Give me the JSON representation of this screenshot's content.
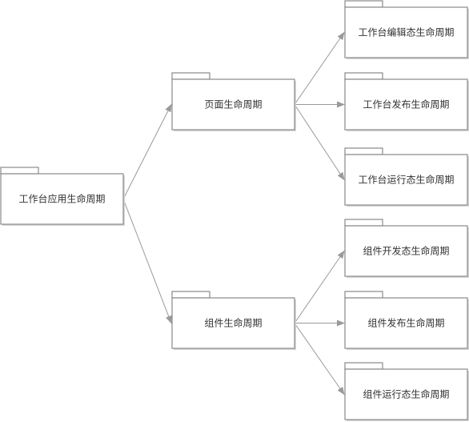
{
  "nodes": [
    {
      "id": "app",
      "label": "工作台应用生命周期"
    },
    {
      "id": "page",
      "label": "页面生命周期"
    },
    {
      "id": "component",
      "label": "组件生命周期"
    },
    {
      "id": "page_edit",
      "label": "工作台编辑态生命周期"
    },
    {
      "id": "page_publish",
      "label": "工作台发布生命周期"
    },
    {
      "id": "page_run",
      "label": "工作台运行态生命周期"
    },
    {
      "id": "comp_dev",
      "label": "组件开发态生命周期"
    },
    {
      "id": "comp_publish",
      "label": "组件发布生命周期"
    },
    {
      "id": "comp_run",
      "label": "组件运行态生命周期"
    }
  ],
  "edges": [
    {
      "from": "app",
      "to": "page"
    },
    {
      "from": "app",
      "to": "component"
    },
    {
      "from": "page",
      "to": "page_edit"
    },
    {
      "from": "page",
      "to": "page_publish"
    },
    {
      "from": "page",
      "to": "page_run"
    },
    {
      "from": "component",
      "to": "comp_dev"
    },
    {
      "from": "component",
      "to": "comp_publish"
    },
    {
      "from": "component",
      "to": "comp_run"
    }
  ]
}
